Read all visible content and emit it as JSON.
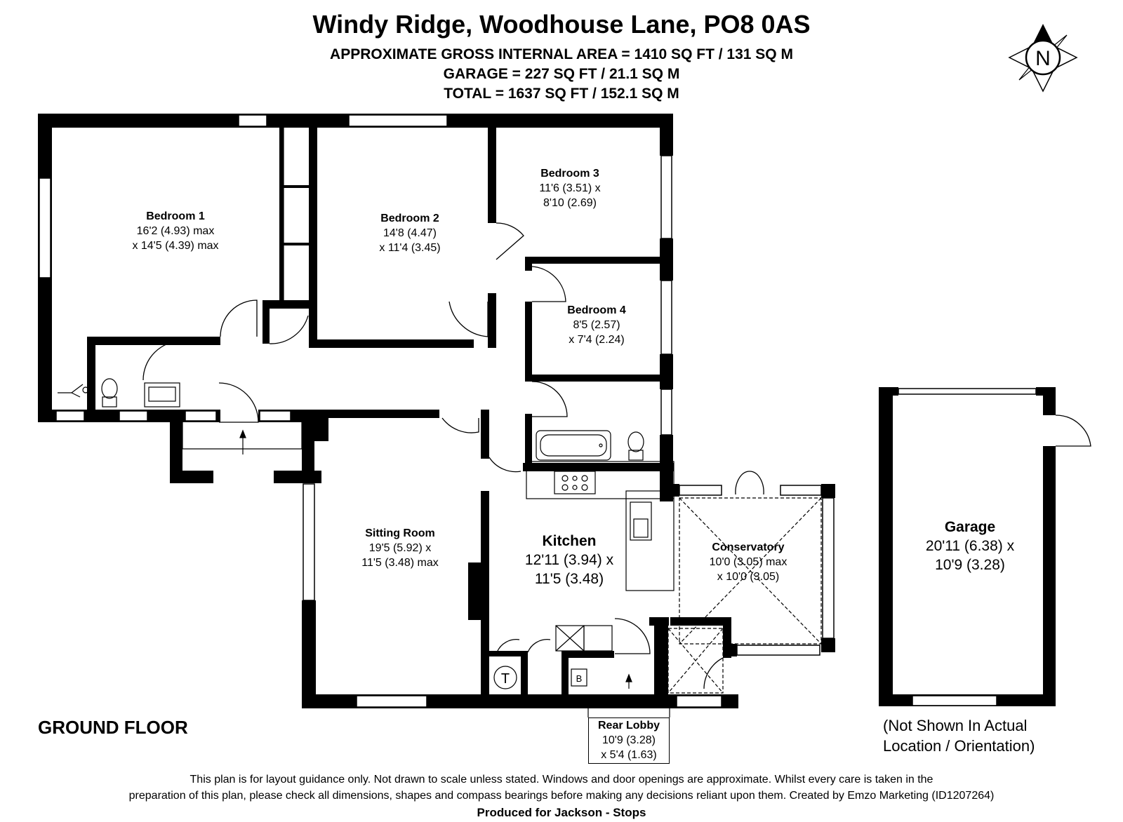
{
  "header": {
    "title": "Windy Ridge, Woodhouse Lane, PO8 0AS",
    "area_lines": [
      "APPROXIMATE GROSS INTERNAL AREA = 1410 SQ FT / 131 SQ M",
      "GARAGE = 227 SQ FT / 21.1 SQ M",
      "TOTAL = 1637 SQ FT / 152.1 SQ M"
    ]
  },
  "compass": {
    "label": "N"
  },
  "rooms": {
    "bedroom1": {
      "name": "Bedroom 1",
      "dim1": "16'2 (4.93) max",
      "dim2": "x 14'5 (4.39) max"
    },
    "bedroom2": {
      "name": "Bedroom 2",
      "dim1": "14'8 (4.47)",
      "dim2": "x 11'4 (3.45)"
    },
    "bedroom3": {
      "name": "Bedroom 3",
      "dim1": "11'6 (3.51) x",
      "dim2": "8'10 (2.69)"
    },
    "bedroom4": {
      "name": "Bedroom 4",
      "dim1": "8'5 (2.57)",
      "dim2": "x 7'4 (2.24)"
    },
    "sitting": {
      "name": "Sitting Room",
      "dim1": "19'5 (5.92) x",
      "dim2": "11'5 (3.48) max"
    },
    "kitchen": {
      "name": "Kitchen",
      "dim1": "12'11 (3.94) x",
      "dim2": "11'5 (3.48)"
    },
    "conservatory": {
      "name": "Conservatory",
      "dim1": "10'0 (3.05) max",
      "dim2": "x 10'0 (3.05)"
    },
    "rear_lobby": {
      "name": "Rear Lobby",
      "dim1": "10'9 (3.28)",
      "dim2": "x 5'4 (1.63)"
    },
    "garage": {
      "name": "Garage",
      "dim1": "20'11 (6.38) x",
      "dim2": "10'9 (3.28)"
    }
  },
  "symbols": {
    "tank": "T",
    "boiler": "B"
  },
  "floor_label": "GROUND FLOOR",
  "garage_note": [
    "(Not Shown In Actual",
    "Location / Orientation)"
  ],
  "disclaimer": [
    "This plan is for layout guidance only. Not drawn to scale unless stated. Windows and door openings are approximate. Whilst every care is taken in the",
    "preparation of this plan, please check all dimensions, shapes and compass bearings before making any decisions reliant upon them. Created by Emzo Marketing (ID1207264)",
    "Produced for Jackson - Stops"
  ]
}
